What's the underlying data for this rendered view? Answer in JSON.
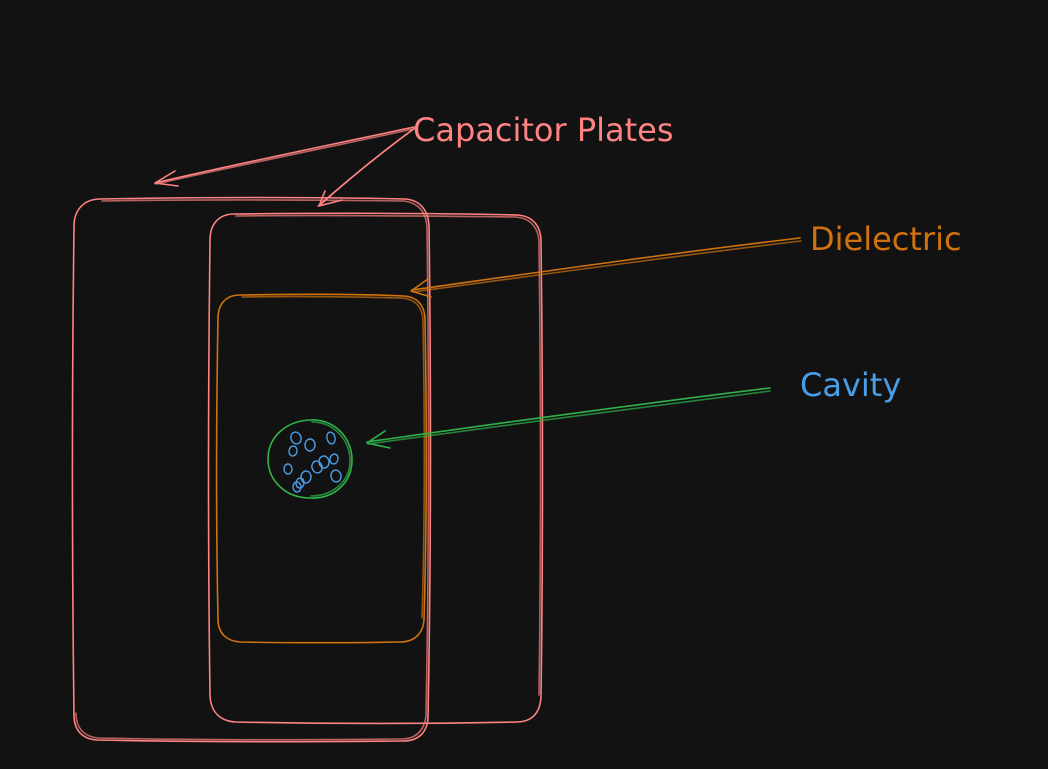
{
  "labels": {
    "capacitor_plates": "Capacitor Plates",
    "dielectric": "Dielectric",
    "cavity": "Cavity"
  },
  "colors": {
    "background": "#121212",
    "capacitor": "#ff8383",
    "dielectric": "#d0730f",
    "cavity_text": "#4a9ee8",
    "cavity_ring": "#2fb34a",
    "particles": "#4a9ee8"
  },
  "cavity": {
    "particle_count": 12
  }
}
